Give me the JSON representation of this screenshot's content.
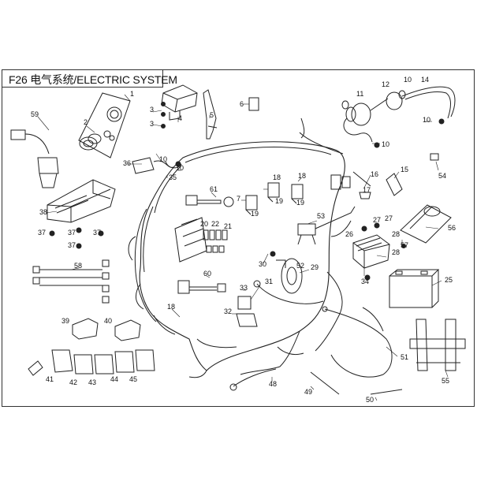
{
  "title": "F26 电气系统/ELECTRIC SYSTEM",
  "callouts": [
    "1",
    "2",
    "3",
    "3",
    "4",
    "5",
    "6",
    "10",
    "11",
    "12",
    "10",
    "14",
    "59",
    "10",
    "36",
    "10",
    "35",
    "38",
    "37",
    "37",
    "37",
    "37",
    "61",
    "7",
    "18",
    "18",
    "19",
    "19",
    "19",
    "16",
    "15",
    "17",
    "54",
    "10",
    "20",
    "22",
    "21",
    "53",
    "27",
    "27",
    "28",
    "26",
    "28",
    "56",
    "57",
    "34",
    "30",
    "52",
    "29",
    "25",
    "58",
    "60",
    "33",
    "31",
    "32",
    "18",
    "39",
    "40",
    "41",
    "42",
    "43",
    "44",
    "45",
    "51",
    "48",
    "49",
    "50",
    "55"
  ]
}
